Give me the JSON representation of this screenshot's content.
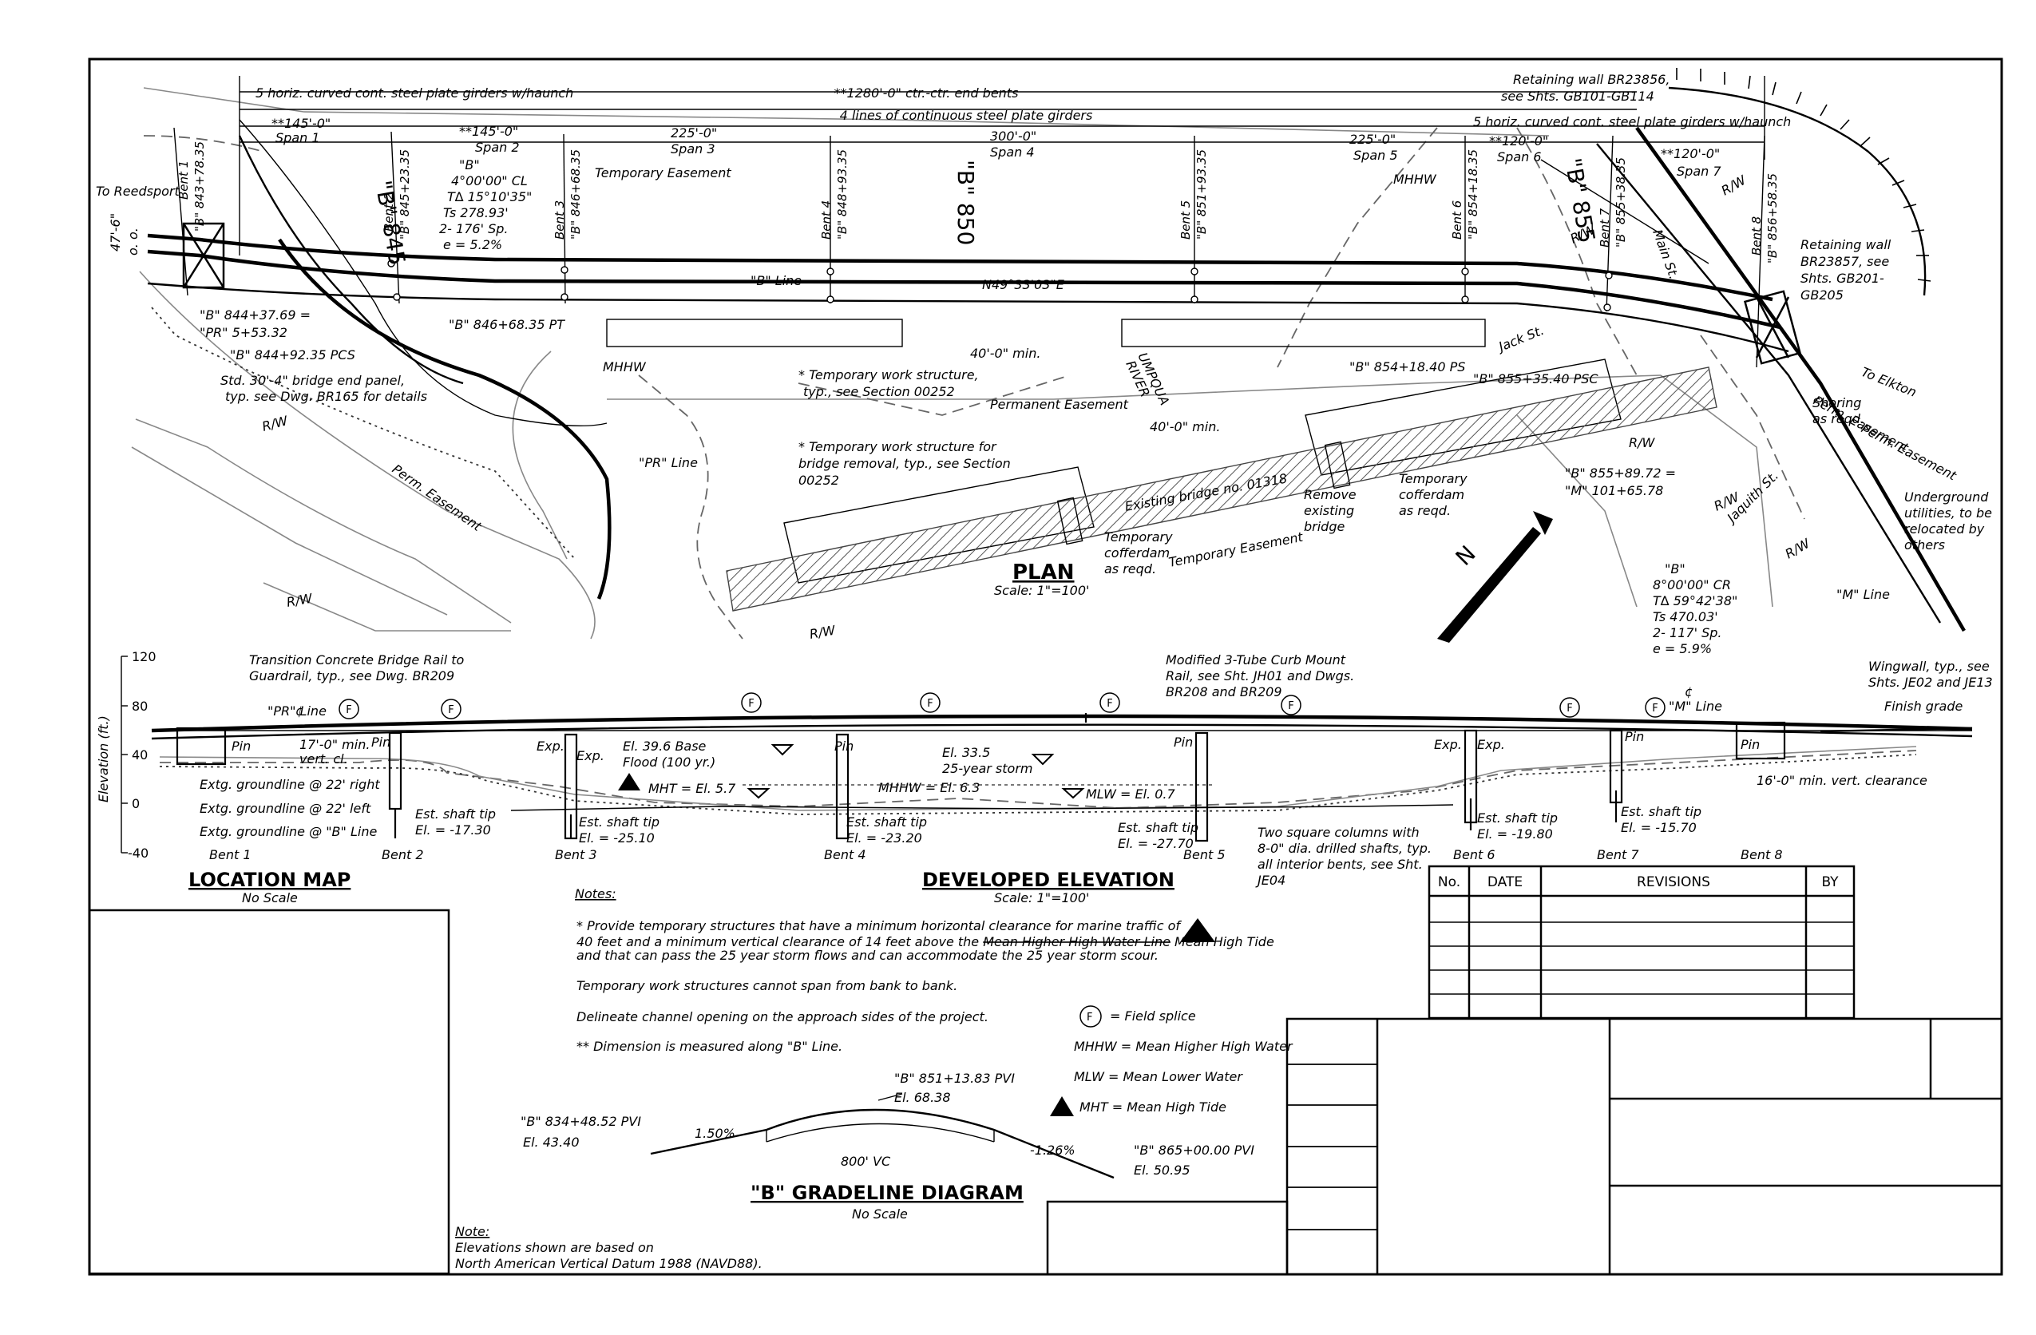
{
  "plan": {
    "title": "PLAN",
    "scale": "Scale: 1\"=100'",
    "dims": {
      "overall_top": "5 horiz. curved cont. steel plate girders w/haunch",
      "overall": "**1280'-0\" ctr.-ctr. end bents",
      "middle_girders": "4 lines of continuous steel plate girders",
      "right_girders": "5 horiz. curved cont. steel plate girders w/haunch",
      "span1": "**145'-0\"",
      "span1_lbl": "Span 1",
      "span2": "**145'-0\"",
      "span2_lbl": "Span 2",
      "span3": "225'-0\"",
      "span3_lbl": "Span 3",
      "span4": "300'-0\"",
      "span4_lbl": "Span 4",
      "span5": "225'-0\"",
      "span5_lbl": "Span 5",
      "span6": "**120'-0\"",
      "span6_lbl": "Span 6",
      "span7": "**120'-0\"",
      "span7_lbl": "Span 7",
      "width": "47'-6\"",
      "width2": "o. o."
    },
    "stations": {
      "b845": "\"B\" 845",
      "b850": "\"B\" 850",
      "b855": "\"B\" 855",
      "bent1": "Bent 1",
      "bent1_sta": "\"B\" 843+78.35",
      "bent2": "Bent 2",
      "bent2_sta": "\"B\" 845+23.35",
      "bent3": "Bent 3",
      "bent3_sta": "\"B\" 846+68.35",
      "bent4": "Bent 4",
      "bent4_sta": "\"B\" 848+93.35",
      "bent5": "Bent 5",
      "bent5_sta": "\"B\" 851+93.35",
      "bent6": "Bent 6",
      "bent6_sta": "\"B\" 854+18.35",
      "bent7": "Bent 7",
      "bent7_sta": "\"B\" 855+38.35",
      "bent8": "Bent 8",
      "bent8_sta": "\"B\" 856+58.35"
    },
    "curve_b": [
      "\"B\"",
      "4°00'00\" CL",
      "T∆ 15°10'35\"",
      "Ts 278.93'",
      "2- 176' Sp.",
      "e = 5.2%"
    ],
    "curve_b2": [
      "\"B\"",
      "8°00'00\" CR",
      "T∆ 59°42'38\"",
      "Ts 470.03'",
      "2- 117' Sp.",
      "e = 5.9%"
    ],
    "labels": {
      "to_reedsport": "To Reedsport",
      "to_elkton": "To Elkton",
      "b_line": "\"B\" Line",
      "bearing": "N49°33'03\"E",
      "pr_line": "\"PR\" Line",
      "m_line": "\"M\" Line",
      "temp_easement": "Temporary Easement",
      "temp_easement2": "Temporary Easement",
      "perm_easement": "Permanent Easement",
      "perm_easement_l": "Perm. Easement",
      "perm_easement_r1": "Perm. Easement",
      "perm_easement_r2": "Perm. Easement",
      "mhhw1": "MHHW",
      "mhhw2": "MHHW",
      "umpqua": "UMPQUA",
      "river": "RIVER",
      "min40_1": "40'-0\" min.",
      "min40_2": "40'-0\" min.",
      "jack_st": "Jack St.",
      "main_st": "Main St.",
      "jaquith_st": "Jaquith St.",
      "rw": "R/W",
      "sta_844_37": "\"B\" 844+37.69 =",
      "sta_pr": "\"PR\" 5+53.32",
      "sta_844_92": "\"B\" 844+92.35 PCS",
      "sta_846_68": "\"B\" 846+68.35 PT",
      "sta_854_18": "\"B\" 854+18.40 PS",
      "sta_855_35": "\"B\" 855+35.40 PSC",
      "sta_855_89": "\"B\" 855+89.72 =",
      "sta_m101": "\"M\" 101+65.78",
      "std_panel": [
        "Std. 30'-4\" bridge end panel,",
        "typ. see Dwg. BR165 for details"
      ],
      "temp_work": [
        "* Temporary work structure,",
        "typ., see Section 00252"
      ],
      "temp_work2": [
        "* Temporary work structure for",
        "bridge removal, typ., see Section",
        "00252"
      ],
      "existing_bridge": "Existing bridge no. 01318",
      "remove": [
        "Remove",
        "existing",
        "bridge"
      ],
      "cofferdam1": [
        "Temporary",
        "cofferdam",
        "as reqd."
      ],
      "cofferdam2": [
        "Temporary",
        "cofferdam",
        "as reqd."
      ],
      "retaining_top": [
        "Retaining wall BR23856,",
        "see Shts. GB101-GB114"
      ],
      "retaining_right": [
        "Retaining wall",
        "BR23857, see",
        "Shts. GB201-",
        "GB205"
      ],
      "shoring": [
        "Shoring",
        "as reqd."
      ],
      "underground": [
        "Underground",
        "utilities, to be",
        "relocated by",
        "others"
      ],
      "north": "N"
    }
  },
  "elevation": {
    "title": "DEVELOPED ELEVATION",
    "scale": "Scale: 1\"=100'",
    "axis_label": "Elevation (ft.)",
    "ticks": [
      "120",
      "80",
      "40",
      "0",
      "-40"
    ],
    "labels": {
      "transition": [
        "Transition Concrete Bridge Rail to",
        "Guardrail, typ., see Dwg. BR209"
      ],
      "modified_rail": [
        "Modified 3-Tube Curb Mount",
        "Rail, see Sht. JH01 and Dwgs.",
        "BR208 and BR209"
      ],
      "wingwall": [
        "Wingwall, typ., see",
        "Shts. JE02 and JE13"
      ],
      "finish_grade": "Finish grade",
      "pr_line": "\"PR\" Line",
      "m_line": "\"M\" Line",
      "cl": "¢",
      "vert_cl": [
        "17'-0\" min.",
        "vert. cl."
      ],
      "vert_cl_right": "16'-0\" min. vert. clearance",
      "gl_right": "Extg. groundline @ 22' right",
      "gl_left": "Extg. groundline @ 22' left",
      "gl_b": "Extg. groundline @ \"B\" Line",
      "base_flood": [
        "El. 39.6 Base",
        "Flood (100 yr.)"
      ],
      "storm": [
        "El. 33.5",
        "25-year storm"
      ],
      "mht": "MHT = El. 5.7",
      "mhhw": "MHHW = El. 6.3",
      "mlw": "MLW = El. 0.7",
      "two_sq": [
        "Two square columns with",
        "8-0\" dia. drilled shafts, typ.",
        "all interior bents, see Sht.",
        "JE04"
      ],
      "pin": "Pin",
      "exp": "Exp.",
      "f": "F",
      "delta": "1"
    },
    "shafts": [
      [
        "Est. shaft tip",
        "El. = -17.30"
      ],
      [
        "Est. shaft tip",
        "El. = -25.10"
      ],
      [
        "Est. shaft tip",
        "El. = -23.20"
      ],
      [
        "Est. shaft tip",
        "El. = -27.70"
      ],
      [
        "Est. shaft tip",
        "El. = -19.80"
      ],
      [
        "Est. shaft tip",
        "El. = -15.70"
      ]
    ],
    "bents": [
      "Bent 1",
      "Bent 2",
      "Bent 3",
      "Bent 4",
      "Bent 5",
      "Bent 6",
      "Bent 7",
      "Bent 8"
    ]
  },
  "location_map": {
    "title": "LOCATION MAP",
    "scale": "No Scale"
  },
  "notes": {
    "heading": "Notes:",
    "n1a": "* Provide temporary structures that have a minimum horizontal clearance for marine traffic of",
    "n1b_pre": "40 feet and a minimum vertical clearance of 14 feet above the ",
    "n1b_strike": "Mean Higher High Water Line",
    "n1b_post": " Mean High Tide",
    "n1c": "and that can pass the 25 year storm flows and can accommodate the 25 year storm scour.",
    "n2": "Temporary work structures cannot span from bank to bank.",
    "n3": "Delineate channel opening on the approach sides of the project.",
    "n4": "** Dimension is measured along \"B\" Line.",
    "legend_f": "= Field splice",
    "legend_mhhw": "MHHW = Mean Higher High Water",
    "legend_mlw": "MLW = Mean Lower Water",
    "legend_mht": "MHT = Mean High Tide"
  },
  "gradeline": {
    "title": "\"B\" GRADELINE DIAGRAM",
    "scale": "No Scale",
    "pvi1": "\"B\" 834+48.52 PVI",
    "el1": "El. 43.40",
    "pvi2": "\"B\" 851+13.83 PVI",
    "el2": "El. 68.38",
    "pvi3": "\"B\" 865+00.00 PVI",
    "el3": "El. 50.95",
    "g1": "1.50%",
    "g2": "-1.26%",
    "vc": "800' VC"
  },
  "datum_note": {
    "heading": "Note:",
    "line1": "Elevations shown are based on",
    "line2": "North American Vertical Datum 1988 (NAVD88)."
  },
  "revisions": {
    "no": "No.",
    "date": "DATE",
    "revisions": "REVISIONS",
    "by": "BY"
  }
}
